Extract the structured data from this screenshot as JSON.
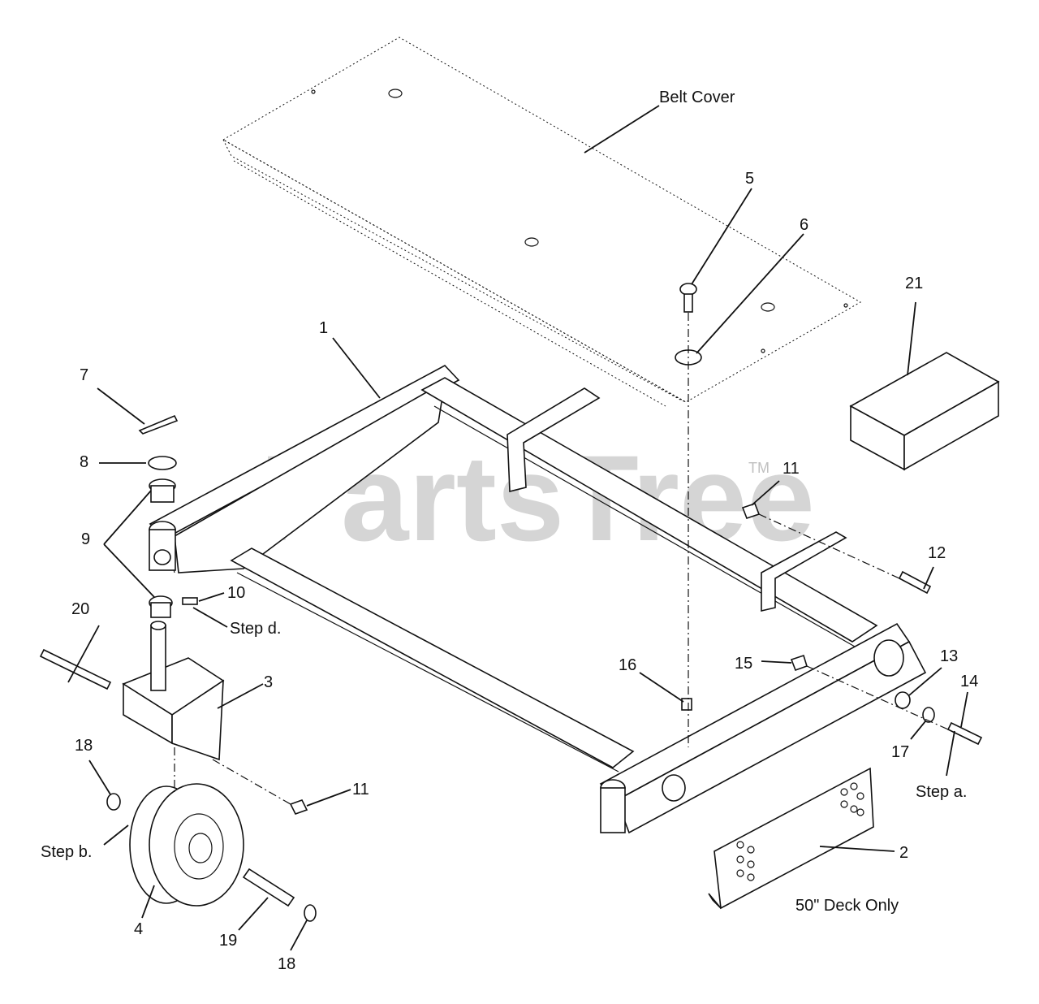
{
  "watermark": {
    "text": "PartsTree",
    "trademark": "TM"
  },
  "labels": {
    "belt_cover": "Belt Cover",
    "n1": "1",
    "n2": "2",
    "n3": "3",
    "n4": "4",
    "n5": "5",
    "n6": "6",
    "n7": "7",
    "n8": "8",
    "n9": "9",
    "n10": "10",
    "n11a": "11",
    "n11b": "11",
    "n12": "12",
    "n13": "13",
    "n14": "14",
    "n15": "15",
    "n16": "16",
    "n17": "17",
    "n18a": "18",
    "n18b": "18",
    "n19": "19",
    "n20": "20",
    "n21": "21",
    "step_a": "Step a.",
    "step_b": "Step b.",
    "step_d": "Step d.",
    "deck_only": "50\" Deck Only"
  }
}
